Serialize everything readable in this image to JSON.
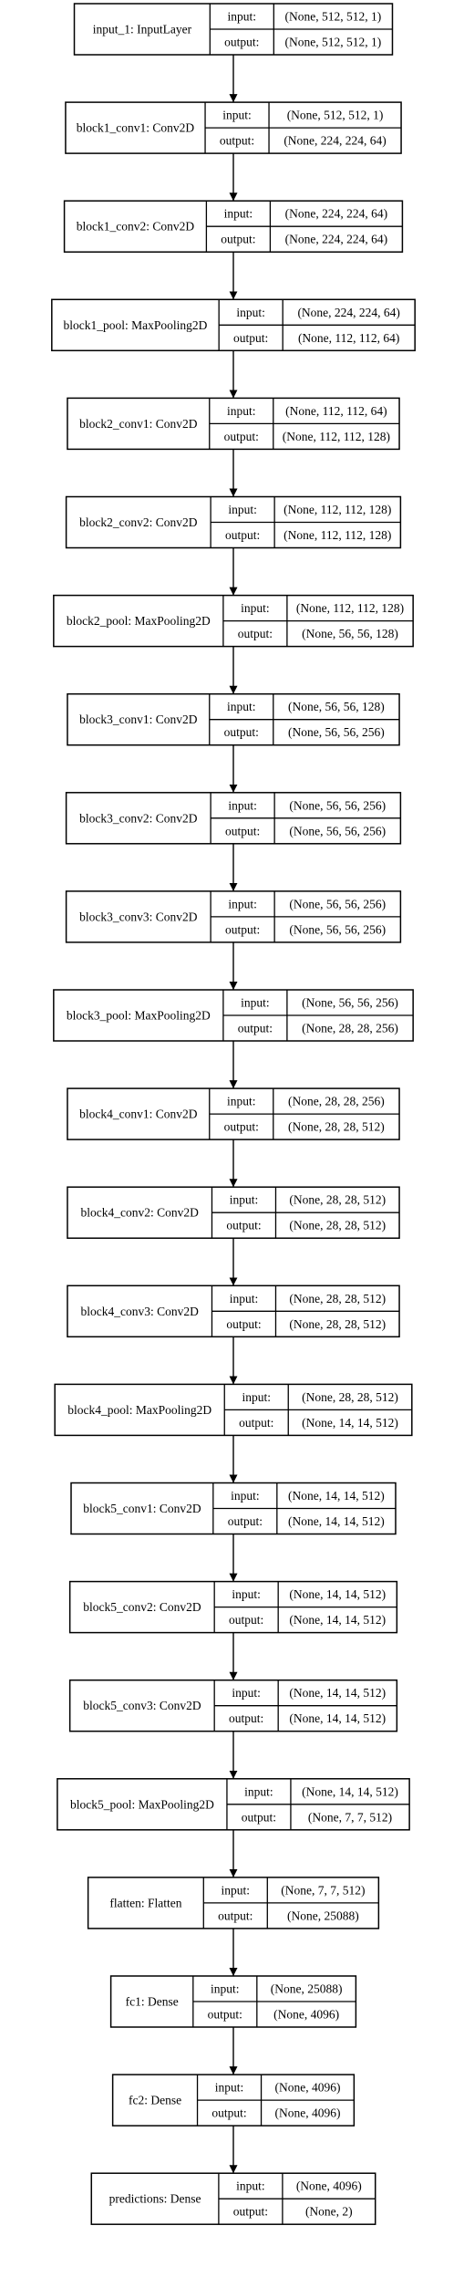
{
  "diagram": {
    "type": "keras-model-plot",
    "io_labels": {
      "input": "input:",
      "output": "output:"
    },
    "nodes": [
      {
        "id": "input_1",
        "label": "input_1: InputLayer",
        "input": "(None, 512, 512, 1)",
        "output": "(None, 512, 512, 1)"
      },
      {
        "id": "block1_conv1",
        "label": "block1_conv1: Conv2D",
        "input": "(None, 512, 512, 1)",
        "output": "(None, 224, 224, 64)"
      },
      {
        "id": "block1_conv2",
        "label": "block1_conv2: Conv2D",
        "input": "(None, 224, 224, 64)",
        "output": "(None, 224, 224, 64)"
      },
      {
        "id": "block1_pool",
        "label": "block1_pool: MaxPooling2D",
        "input": "(None, 224, 224, 64)",
        "output": "(None, 112, 112, 64)"
      },
      {
        "id": "block2_conv1",
        "label": "block2_conv1: Conv2D",
        "input": "(None, 112, 112, 64)",
        "output": "(None, 112, 112, 128)"
      },
      {
        "id": "block2_conv2",
        "label": "block2_conv2: Conv2D",
        "input": "(None, 112, 112, 128)",
        "output": "(None, 112, 112, 128)"
      },
      {
        "id": "block2_pool",
        "label": "block2_pool: MaxPooling2D",
        "input": "(None, 112, 112, 128)",
        "output": "(None, 56, 56, 128)"
      },
      {
        "id": "block3_conv1",
        "label": "block3_conv1: Conv2D",
        "input": "(None, 56, 56, 128)",
        "output": "(None, 56, 56, 256)"
      },
      {
        "id": "block3_conv2",
        "label": "block3_conv2: Conv2D",
        "input": "(None, 56, 56, 256)",
        "output": "(None, 56, 56, 256)"
      },
      {
        "id": "block3_conv3",
        "label": "block3_conv3: Conv2D",
        "input": "(None, 56, 56, 256)",
        "output": "(None, 56, 56, 256)"
      },
      {
        "id": "block3_pool",
        "label": "block3_pool: MaxPooling2D",
        "input": "(None, 56, 56, 256)",
        "output": "(None, 28, 28, 256)"
      },
      {
        "id": "block4_conv1",
        "label": "block4_conv1: Conv2D",
        "input": "(None, 28, 28, 256)",
        "output": "(None, 28, 28, 512)"
      },
      {
        "id": "block4_conv2",
        "label": "block4_conv2: Conv2D",
        "input": "(None, 28, 28, 512)",
        "output": "(None, 28, 28, 512)"
      },
      {
        "id": "block4_conv3",
        "label": "block4_conv3: Conv2D",
        "input": "(None, 28, 28, 512)",
        "output": "(None, 28, 28, 512)"
      },
      {
        "id": "block4_pool",
        "label": "block4_pool: MaxPooling2D",
        "input": "(None, 28, 28, 512)",
        "output": "(None, 14, 14, 512)"
      },
      {
        "id": "block5_conv1",
        "label": "block5_conv1: Conv2D",
        "input": "(None, 14, 14, 512)",
        "output": "(None, 14, 14, 512)"
      },
      {
        "id": "block5_conv2",
        "label": "block5_conv2: Conv2D",
        "input": "(None, 14, 14, 512)",
        "output": "(None, 14, 14, 512)"
      },
      {
        "id": "block5_conv3",
        "label": "block5_conv3: Conv2D",
        "input": "(None, 14, 14, 512)",
        "output": "(None, 14, 14, 512)"
      },
      {
        "id": "block5_pool",
        "label": "block5_pool: MaxPooling2D",
        "input": "(None, 14, 14, 512)",
        "output": "(None, 7, 7, 512)"
      },
      {
        "id": "flatten",
        "label": "flatten: Flatten",
        "input": "(None, 7, 7, 512)",
        "output": "(None, 25088)"
      },
      {
        "id": "fc1",
        "label": "fc1: Dense",
        "input": "(None, 25088)",
        "output": "(None, 4096)"
      },
      {
        "id": "fc2",
        "label": "fc2: Dense",
        "input": "(None, 4096)",
        "output": "(None, 4096)"
      },
      {
        "id": "predictions",
        "label": "predictions: Dense",
        "input": "(None, 4096)",
        "output": "(None, 2)"
      }
    ]
  }
}
